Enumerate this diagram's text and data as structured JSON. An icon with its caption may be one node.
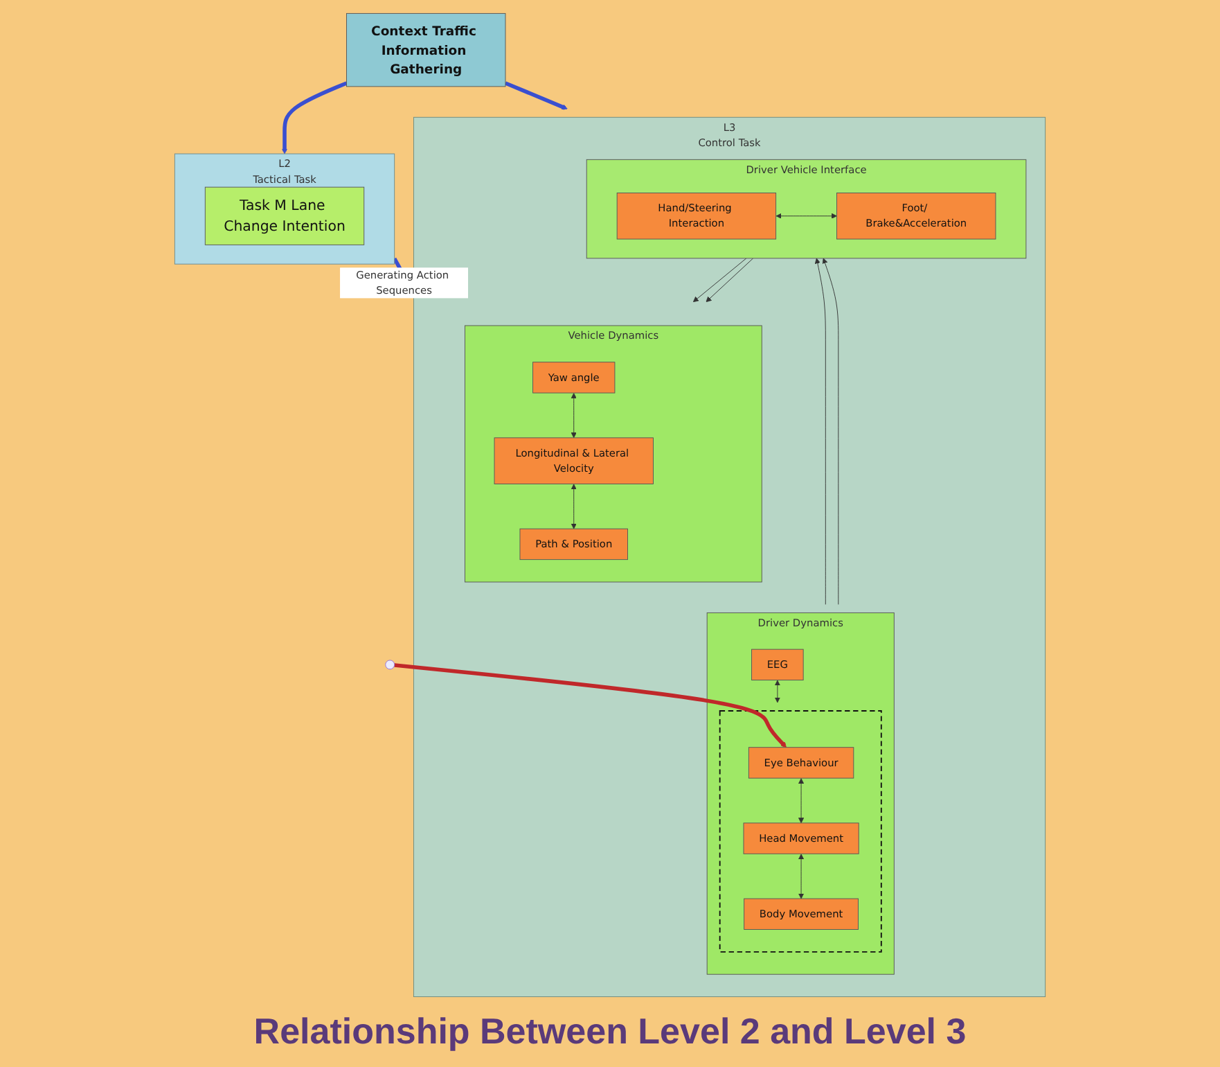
{
  "diagram": {
    "caption": "Relationship Between Level 2 and Level 3",
    "nodes": [
      {
        "text": [
          "L2",
          "Tactical Task"
        ]
      },
      {
        "text": [
          "Task M Lane Change Intention"
        ],
        "in": 0
      },
      {
        "text": [
          "Context Traffic Information Gathering"
        ]
      },
      {
        "text": [
          "L3",
          "Control Task"
        ]
      },
      {
        "text": [
          "Driver Dynamics"
        ],
        "in": 3
      },
      {
        "text": [
          "EEG"
        ],
        "in": 4
      },
      {
        "text": [],
        "shape": "box",
        "in": 4
      },
      {
        "text": [
          "Eye Behaviour"
        ],
        "in": 6
      },
      {
        "text": [
          "Head Movement"
        ],
        "in": 6
      },
      {
        "text": [
          "Body Movement"
        ],
        "in": 6
      },
      {
        "text": [
          "Driver Vehicle Interface"
        ],
        "in": 3
      },
      {
        "text": [
          "Hand/Steering Interaction"
        ],
        "in": 10
      },
      {
        "text": [
          "Foot/ Brake&Acceleration"
        ],
        "in": 10
      },
      {
        "text": [
          "Vehicle Dynamics"
        ],
        "in": 3
      },
      {
        "text": [
          "Yaw angle"
        ],
        "in": 13
      },
      {
        "text": [
          "Longitudinal & Lateral Velocity"
        ],
        "in": 13
      },
      {
        "text": [
          "Path & Position"
        ],
        "in": 13
      }
    ],
    "edges": [
      {
        "from": 2,
        "to": 0,
        "arrow": "to",
        "style": "thick",
        "color": "#3a4fd0"
      },
      {
        "from": 0,
        "to": 3,
        "arrow": "to",
        "label": "Generating Action Sequences",
        "style": "thick",
        "color": "#3a4fd0"
      },
      {
        "from": 2,
        "to": 3,
        "arrow": "to",
        "style": "thick",
        "color": "#3a4fd0"
      },
      {
        "from": 5,
        "to": 6,
        "arrow": "both"
      },
      {
        "from": 7,
        "to": 8,
        "arrow": "both"
      },
      {
        "from": 8,
        "to": 9,
        "arrow": "both"
      },
      {
        "from": 4,
        "to": 10,
        "arrow": "to"
      },
      {
        "from": 4,
        "to": 10,
        "arrow": "to"
      },
      {
        "from": 11,
        "to": 12,
        "arrow": "both"
      },
      {
        "from": 10,
        "to": 13,
        "arrow": "to"
      },
      {
        "from": 10,
        "to": 13,
        "arrow": "to"
      },
      {
        "from": 14,
        "to": 15,
        "arrow": "both"
      },
      {
        "from": 15,
        "to": 16,
        "arrow": "both"
      },
      {
        "from": null,
        "to": 7,
        "arrow": "to",
        "style": "thick",
        "color": "#c0282a"
      }
    ]
  }
}
